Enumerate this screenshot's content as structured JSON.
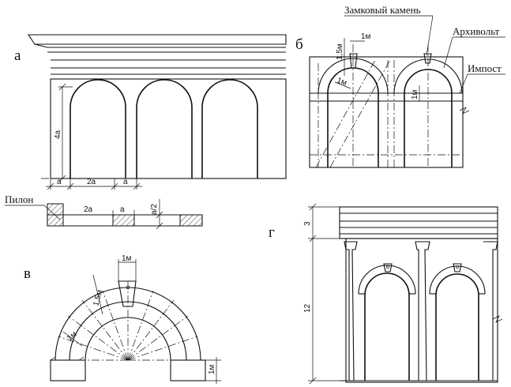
{
  "panels": {
    "a": {
      "letter": "а",
      "dims": {
        "height": "4a",
        "side": "a",
        "span": "2a",
        "pier": "a"
      },
      "plan": {
        "label": "Пилон",
        "span": "2a",
        "pier": "a",
        "depth": "a/2"
      }
    },
    "b": {
      "letter": "б",
      "labels": {
        "keystone": "Замковый камень",
        "archivolt": "Архивольт",
        "impost": "Импост"
      },
      "dims": {
        "arch_rise": "1,5м",
        "key_width": "1м",
        "archivolt_width": "1м",
        "impost_height": "1м"
      }
    },
    "v": {
      "letter": "в",
      "dims": {
        "key_width": "1м",
        "key_height": "1,5м",
        "voussoir": "1м",
        "support": "1м"
      }
    },
    "g": {
      "letter": "г",
      "dims": {
        "top": "3",
        "body": "12"
      }
    }
  }
}
